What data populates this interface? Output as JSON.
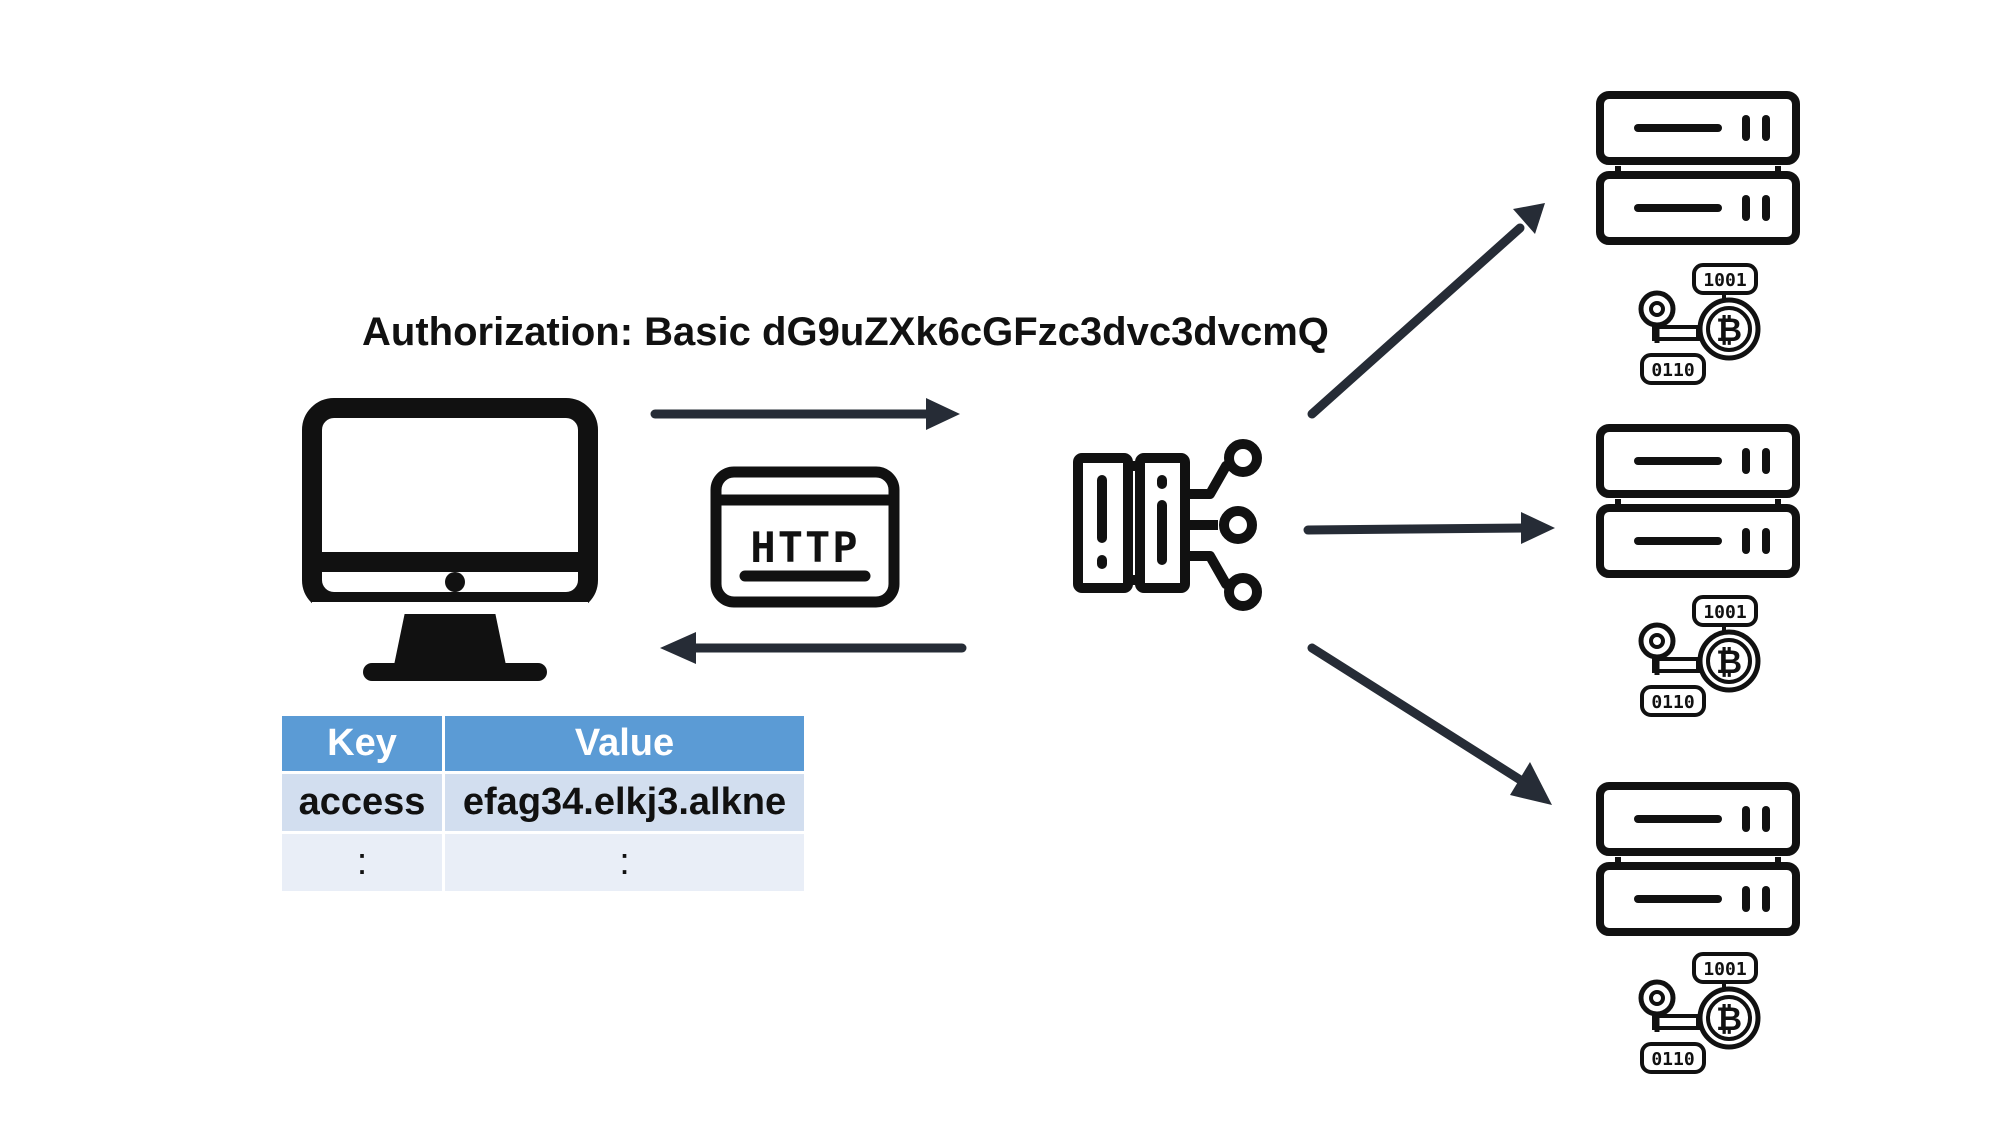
{
  "diagram": {
    "header_text": "Authorization: Basic dG9uZXk6cGFzc3dvc3dvcmQ",
    "http_badge_label": "HTTP",
    "colors": {
      "stroke": "#111111",
      "arrow": "#262c36",
      "table_header": "#5b9bd5",
      "table_row_1": "#d2deef",
      "table_row_2": "#e9eef7"
    },
    "icons": {
      "client": "desktop-monitor-icon",
      "protocol": "http-browser-icon",
      "balancer": "load-balancer-icon",
      "servers": "server-rack-icon",
      "server_badge": "bitcoin-binary-icon",
      "server_badge_top_text": "1001",
      "server_badge_bottom_text": "0110"
    }
  },
  "table": {
    "headers": {
      "key": "Key",
      "value": "Value"
    },
    "rows": [
      {
        "key": "access",
        "value": "efag34.elkj3.alkne"
      },
      {
        "key": ":",
        "value": ":"
      }
    ]
  }
}
